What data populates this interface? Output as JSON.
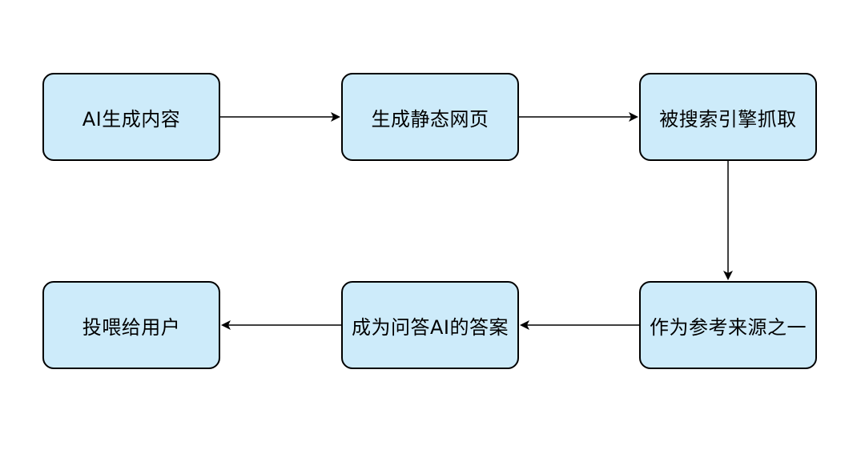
{
  "diagram": {
    "nodes": [
      {
        "id": "n1",
        "label": "AI生成内容"
      },
      {
        "id": "n2",
        "label": "生成静态网页"
      },
      {
        "id": "n3",
        "label": "被搜索引擎抓取"
      },
      {
        "id": "n4",
        "label": "作为参考来源之一"
      },
      {
        "id": "n5",
        "label": "成为问答AI的答案"
      },
      {
        "id": "n6",
        "label": "投喂给用户"
      }
    ],
    "edges": [
      {
        "from": "n1",
        "to": "n2"
      },
      {
        "from": "n2",
        "to": "n3"
      },
      {
        "from": "n3",
        "to": "n4"
      },
      {
        "from": "n4",
        "to": "n5"
      },
      {
        "from": "n5",
        "to": "n6"
      }
    ],
    "colors": {
      "node_fill": "#cdebfa",
      "node_border": "#000000",
      "edge": "#000000",
      "background": "#ffffff"
    }
  }
}
